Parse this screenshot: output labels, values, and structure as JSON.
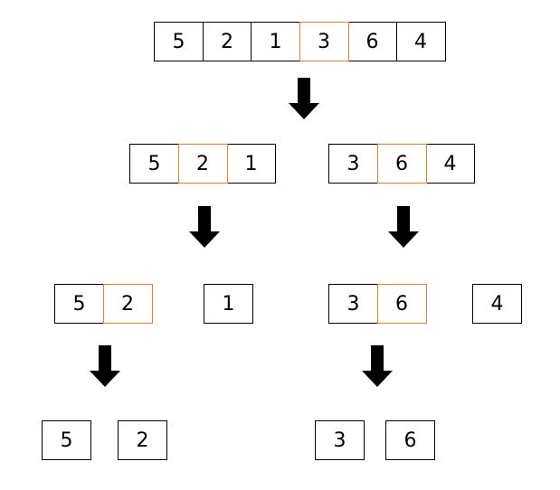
{
  "colors": {
    "border": "#000000",
    "pivot": "#ed7d31",
    "arrow": "#000000",
    "background": "#ffffff"
  },
  "levels": [
    {
      "groups": [
        {
          "cells": [
            {
              "value": "5",
              "pivot": false
            },
            {
              "value": "2",
              "pivot": false
            },
            {
              "value": "1",
              "pivot": false
            },
            {
              "value": "3",
              "pivot": true
            },
            {
              "value": "6",
              "pivot": false
            },
            {
              "value": "4",
              "pivot": false
            }
          ]
        }
      ]
    },
    {
      "groups": [
        {
          "cells": [
            {
              "value": "5",
              "pivot": false
            },
            {
              "value": "2",
              "pivot": true
            },
            {
              "value": "1",
              "pivot": false
            }
          ]
        },
        {
          "cells": [
            {
              "value": "3",
              "pivot": false
            },
            {
              "value": "6",
              "pivot": true
            },
            {
              "value": "4",
              "pivot": false
            }
          ]
        }
      ]
    },
    {
      "groups": [
        {
          "cells": [
            {
              "value": "5",
              "pivot": false
            },
            {
              "value": "2",
              "pivot": true
            }
          ]
        },
        {
          "cells": [
            {
              "value": "1",
              "pivot": false
            }
          ]
        },
        {
          "cells": [
            {
              "value": "3",
              "pivot": false
            },
            {
              "value": "6",
              "pivot": true
            }
          ]
        },
        {
          "cells": [
            {
              "value": "4",
              "pivot": false
            }
          ]
        }
      ]
    },
    {
      "groups": [
        {
          "cells": [
            {
              "value": "5",
              "pivot": false
            }
          ]
        },
        {
          "cells": [
            {
              "value": "2",
              "pivot": false
            }
          ]
        },
        {
          "cells": [
            {
              "value": "3",
              "pivot": false
            }
          ]
        },
        {
          "cells": [
            {
              "value": "6",
              "pivot": false
            }
          ]
        }
      ]
    }
  ]
}
